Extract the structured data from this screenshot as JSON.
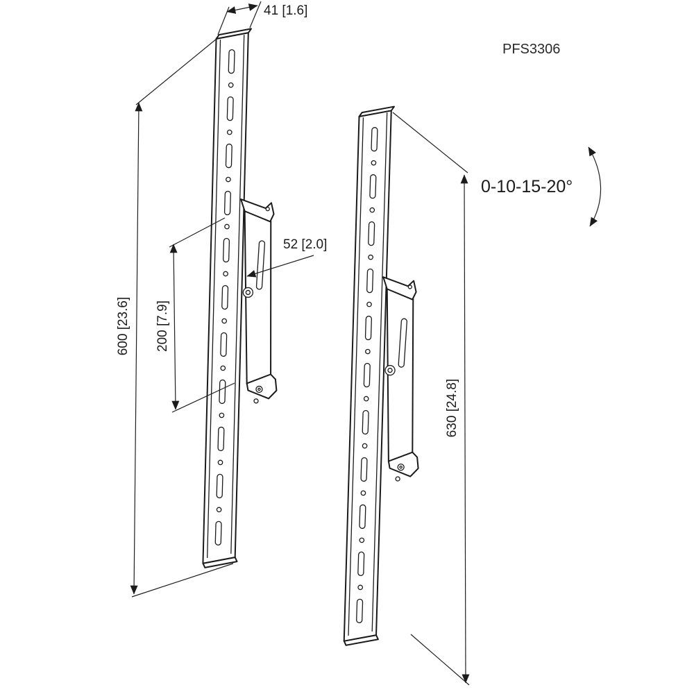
{
  "product": {
    "model": "PFS3306"
  },
  "colors": {
    "line": "#1a1a1a",
    "background": "#ffffff",
    "text": "#1b1b1b"
  },
  "dimensions": {
    "strut_width": "41 [1.6]",
    "strut_height_front": "600 [23.6]",
    "hole_pitch": "200 [7.9]",
    "depth": "52 [2.0]",
    "strut_height_side": "630 [24.8]",
    "tilt_angles": "0-10-15-20°"
  }
}
